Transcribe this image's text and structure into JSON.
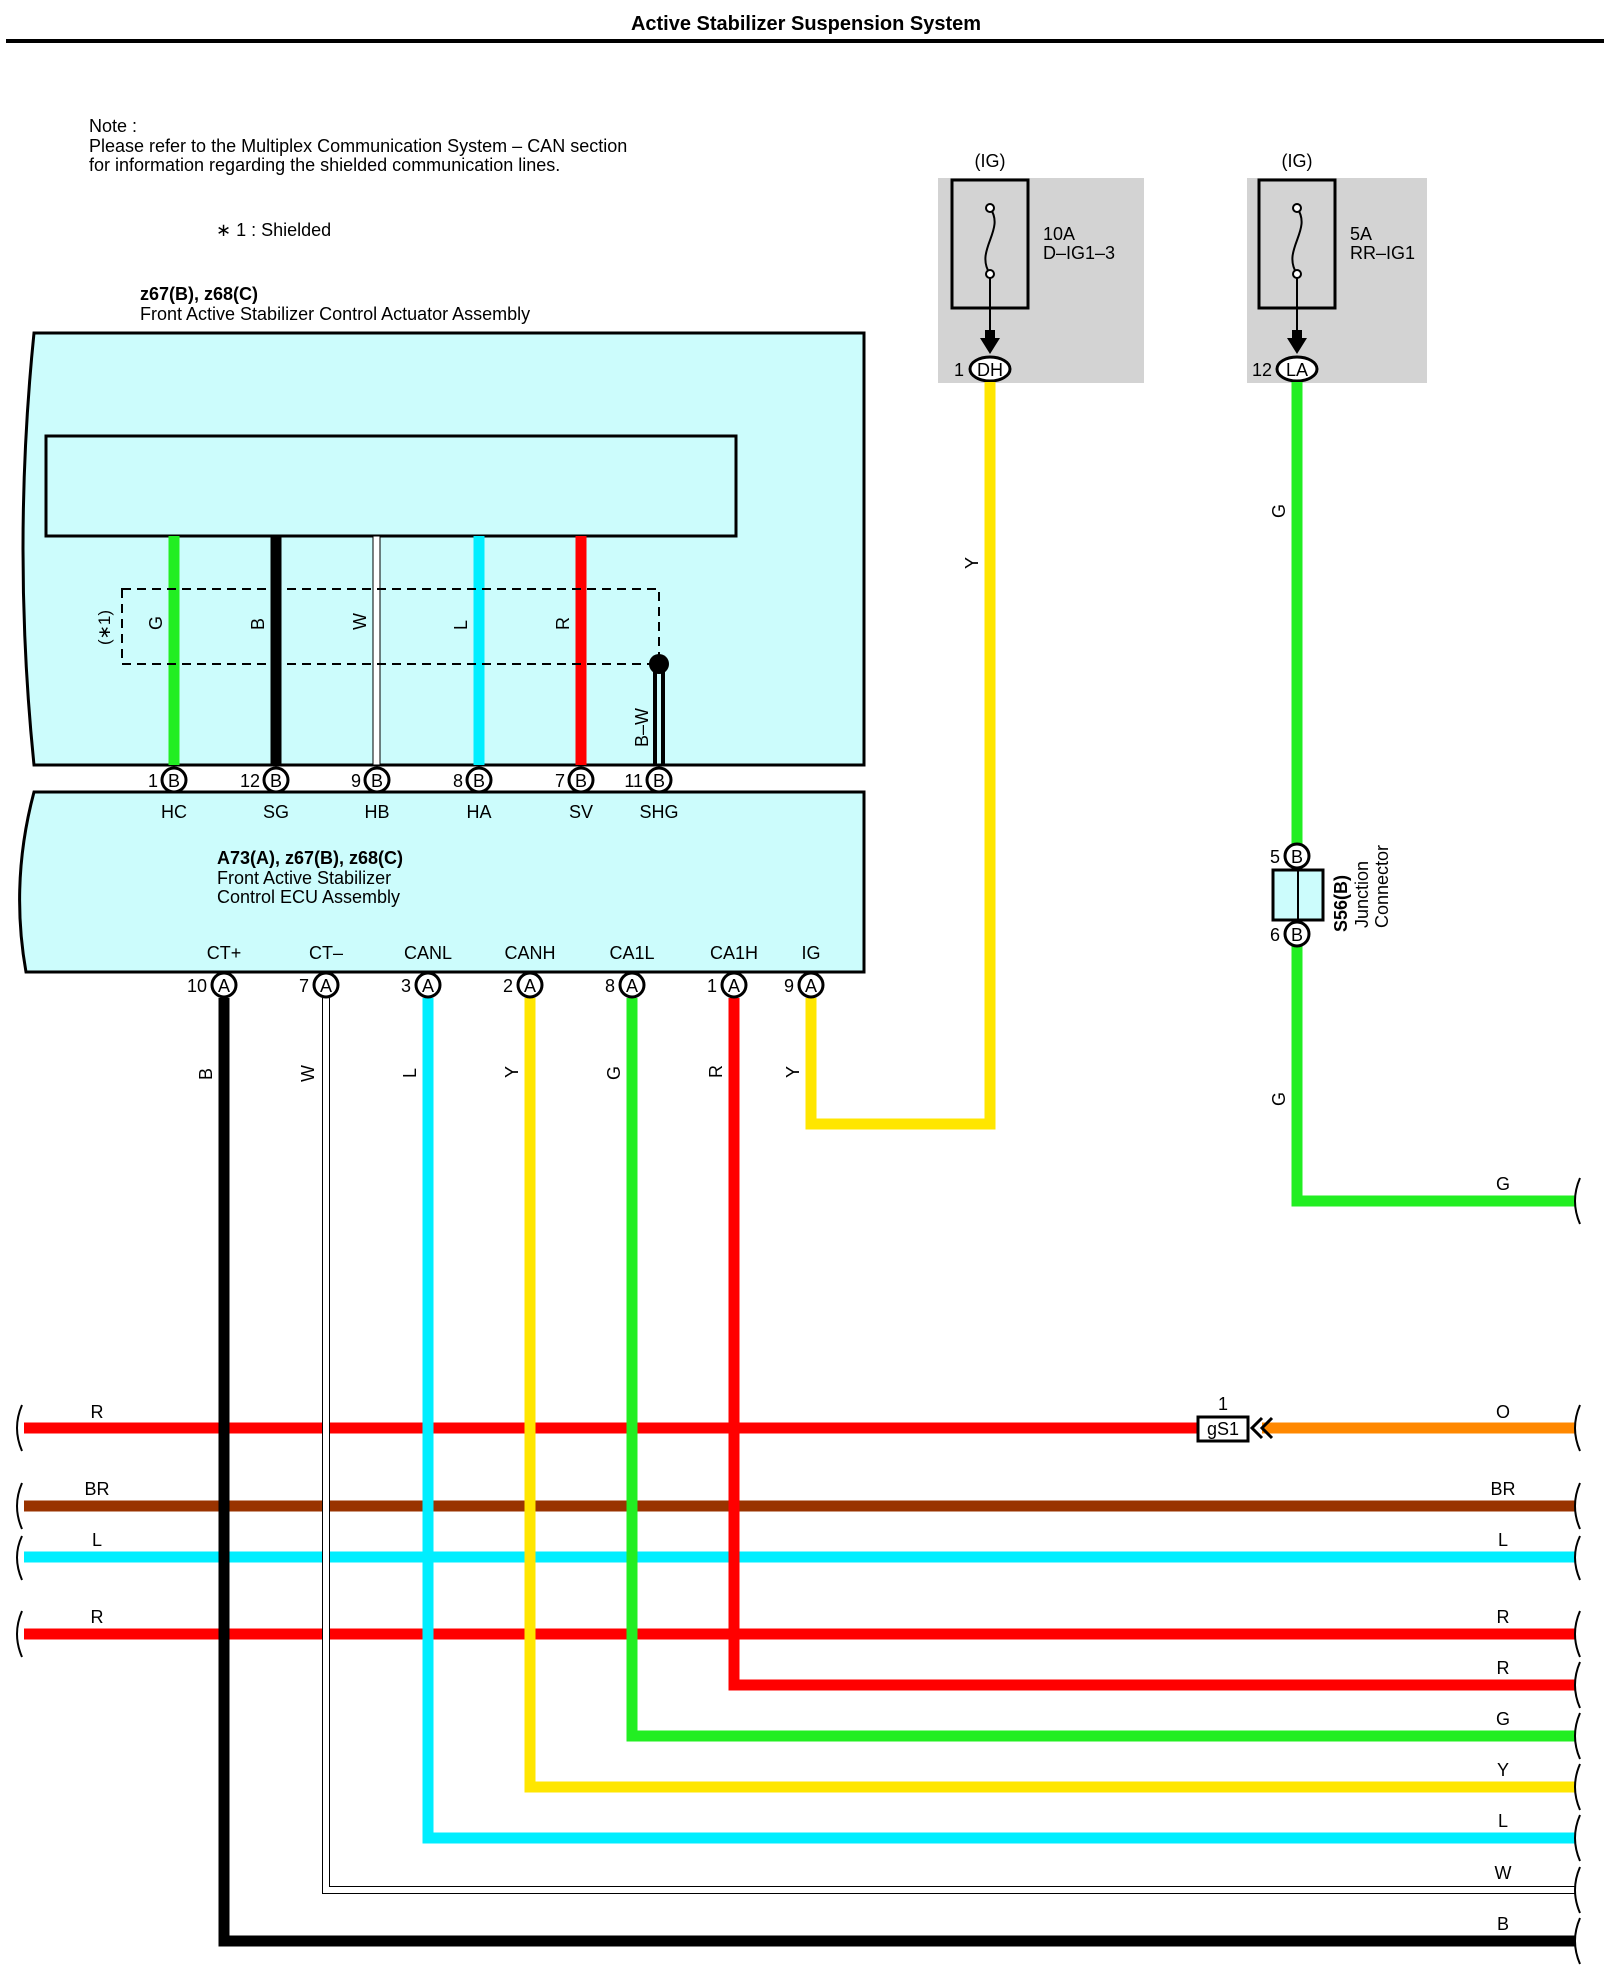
{
  "title": "Active Stabilizer Suspension System",
  "note": {
    "label": "Note :",
    "line1": "Please refer to the Multiplex Communication System – CAN section",
    "line2": "for information regarding the shielded communication lines."
  },
  "shield_legend": "∗ 1 : Shielded",
  "shield_tag": "(∗1)",
  "colors": {
    "G": "#22ee22",
    "B": "#000000",
    "W": "#ffffff",
    "L": "#00eeff",
    "R": "#ff0000",
    "Y": "#ffe600",
    "O": "#ff8800",
    "BR": "#993300",
    "component_fill": "#ccfcfc",
    "fuse_box": "#d3d3d3"
  },
  "actuator": {
    "code": "z67(B), z68(C)",
    "name": "Front Active Stabilizer Control Actuator Assembly",
    "wires": [
      {
        "color": "G",
        "pin": "1",
        "conn": "B",
        "signal": "HC"
      },
      {
        "color": "B",
        "pin": "12",
        "conn": "B",
        "signal": "SG"
      },
      {
        "color": "W",
        "pin": "9",
        "conn": "B",
        "signal": "HB"
      },
      {
        "color": "L",
        "pin": "8",
        "conn": "B",
        "signal": "HA"
      },
      {
        "color": "R",
        "pin": "7",
        "conn": "B",
        "signal": "SV"
      }
    ],
    "shield_wire": {
      "color": "B–W",
      "pin": "11",
      "conn": "B",
      "signal": "SHG"
    }
  },
  "ecu": {
    "code": "A73(A), z67(B), z68(C)",
    "name_line1": "Front Active Stabilizer",
    "name_line2": "Control ECU Assembly",
    "pins": [
      {
        "signal": "CT+",
        "pin": "10",
        "conn": "A",
        "color": "B"
      },
      {
        "signal": "CT–",
        "pin": "7",
        "conn": "A",
        "color": "W"
      },
      {
        "signal": "CANL",
        "pin": "3",
        "conn": "A",
        "color": "L"
      },
      {
        "signal": "CANH",
        "pin": "2",
        "conn": "A",
        "color": "Y"
      },
      {
        "signal": "CA1L",
        "pin": "8",
        "conn": "A",
        "color": "G"
      },
      {
        "signal": "CA1H",
        "pin": "1",
        "conn": "A",
        "color": "R"
      },
      {
        "signal": "IG",
        "pin": "9",
        "conn": "A",
        "color": "Y"
      }
    ]
  },
  "fuses": [
    {
      "supply": "(IG)",
      "rating": "10A",
      "name": "D–IG1–3",
      "pin": "1",
      "conn": "DH",
      "wire": "Y"
    },
    {
      "supply": "(IG)",
      "rating": "5A",
      "name": "RR–IG1",
      "pin": "12",
      "conn": "LA",
      "wire": "G"
    }
  ],
  "junction": {
    "code": "S56(B)",
    "name_line1": "Junction",
    "name_line2": "Connector",
    "pin_in": "5",
    "pin_out": "6",
    "conn": "B",
    "wire_out": "G"
  },
  "ground_connector": {
    "pin": "1",
    "name": "gS1"
  },
  "bus_lines": [
    {
      "left": "R",
      "right": "O",
      "color_left": "R",
      "color_right": "O"
    },
    {
      "left": "BR",
      "right": "BR",
      "color_left": "BR",
      "color_right": "BR"
    },
    {
      "left": "L",
      "right": "L",
      "color_left": "L",
      "color_right": "L"
    },
    {
      "left": "R",
      "right": "R",
      "color_left": "R",
      "color_right": "R"
    }
  ],
  "ecu_outputs": [
    {
      "label": "R"
    },
    {
      "label": "G"
    },
    {
      "label": "Y"
    },
    {
      "label": "L"
    },
    {
      "label": "W"
    },
    {
      "label": "B"
    }
  ]
}
